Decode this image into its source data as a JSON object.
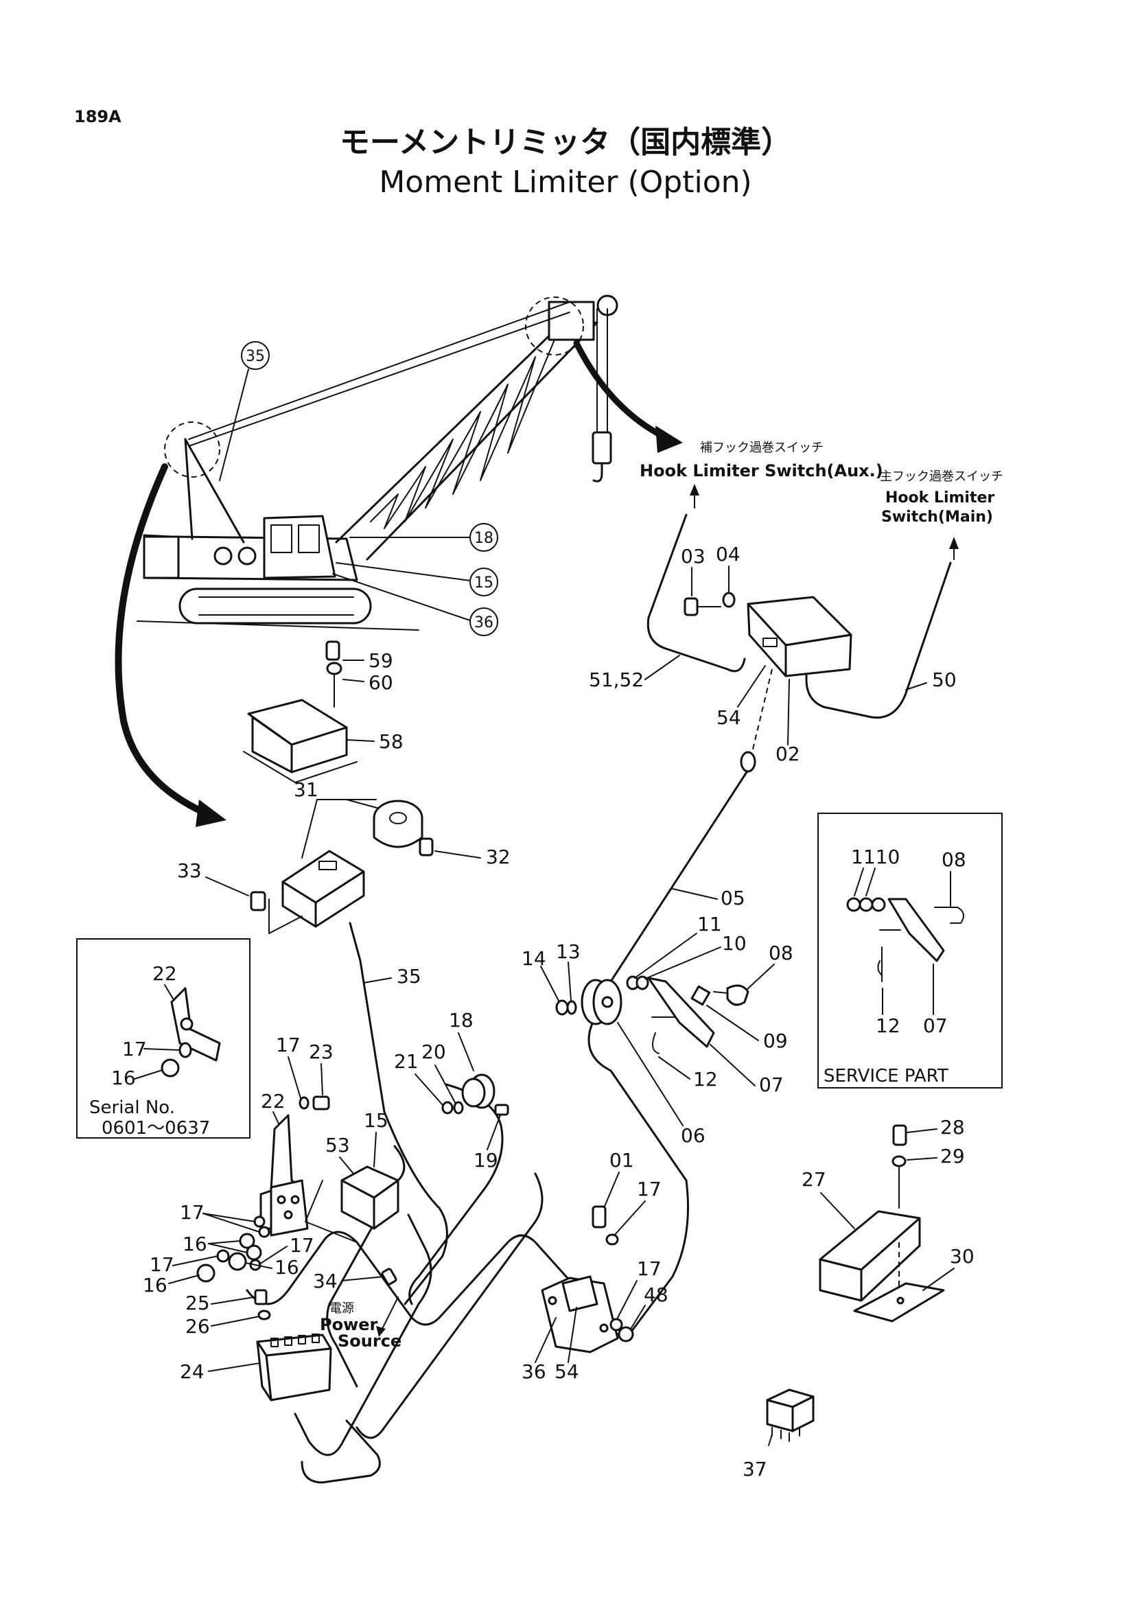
{
  "page_number": "189A",
  "title_jp": "モーメントリミッタ（国内標準）",
  "title_en": "Moment Limiter (Option)",
  "callouts": {
    "hook_aux_jp": "補フック過巻スイッチ",
    "hook_aux_en": "Hook Limiter Switch(Aux.)",
    "hook_main_jp": "主フック過巻スイッチ",
    "hook_main_en_1": "Hook Limiter",
    "hook_main_en_2": "Switch(Main)",
    "power_jp": "電源",
    "power_en_1": "Power",
    "power_en_2": "Source"
  },
  "serial_box": {
    "label": "Serial No.",
    "range": "0601～0637",
    "part_22": "22",
    "part_17": "17",
    "part_16": "16"
  },
  "service_box": {
    "label": "SERVICE PART",
    "part_1110": "1110",
    "part_08": "08",
    "part_12": "12",
    "part_07": "07"
  },
  "circled": {
    "c35": "35",
    "c18": "18",
    "c15": "15",
    "c36": "36"
  },
  "parts": {
    "p03": "03",
    "p04": "04",
    "p5152": "51,52",
    "p54a": "54",
    "p02": "02",
    "p50": "50",
    "p59": "59",
    "p60": "60",
    "p58": "58",
    "p31": "31",
    "p32": "32",
    "p33": "33",
    "p35": "35",
    "p05": "05",
    "p11": "11",
    "p10": "10",
    "p08": "08",
    "p14": "14",
    "p13": "13",
    "p09": "09",
    "p12": "12",
    "p07": "07",
    "p06": "06",
    "p18": "18",
    "p21": "21",
    "p20": "20",
    "p19": "19",
    "p17a": "17",
    "p23": "23",
    "p22": "22",
    "p15": "15",
    "p53": "53",
    "p17b": "17",
    "p16a": "16",
    "p17c": "17",
    "p17d": "17",
    "p16b": "16",
    "p16c": "16",
    "p34": "34",
    "p25": "25",
    "p26": "26",
    "p24": "24",
    "p01": "01",
    "p17e": "17",
    "p17f": "17",
    "p48": "48",
    "p36": "36",
    "p54b": "54",
    "p28": "28",
    "p29": "29",
    "p27": "27",
    "p30": "30",
    "p37": "37"
  }
}
